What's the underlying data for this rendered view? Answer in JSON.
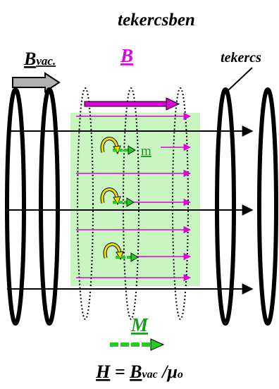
{
  "title": "tekercsben",
  "labels": {
    "b_vac_main": "B",
    "b_vac_sub": "vac.",
    "b_field": "B",
    "coil": "tekercs",
    "moment": "m",
    "magnetization": "M",
    "formula": {
      "h": "H",
      "equals": " = ",
      "b": "B",
      "b_sub": "vac",
      "slash": " /",
      "mu": "μ",
      "mu_sub": "o"
    }
  },
  "colors": {
    "magenta": "#e000e0",
    "green": "#1a9a1a",
    "arrow_green": "#22cc22",
    "medium_fill": "#c8f5c0",
    "yellow": "#f2e000",
    "gray": "#b0b0b0",
    "black": "#000000"
  },
  "icons": {
    "current_loop": "curled-arrow-icon",
    "vacuum_field_arrow": "gray-arrow-icon"
  }
}
